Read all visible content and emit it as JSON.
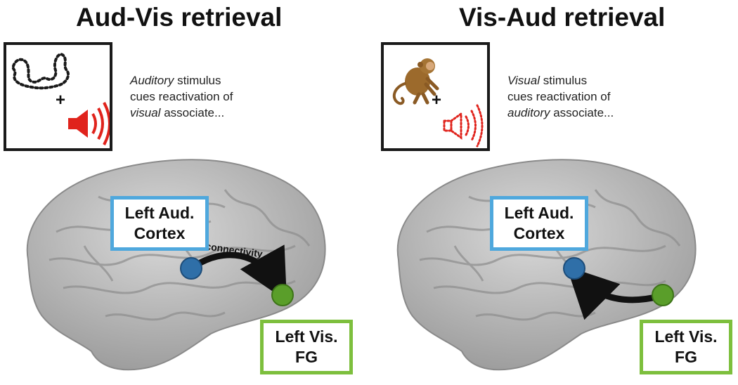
{
  "panels": [
    {
      "title": "Aud-Vis retrieval",
      "caption": {
        "line1_em": "Auditory",
        "line1_rest": " stimulus",
        "line2": "cues reactivation of",
        "line3_em": "visual",
        "line3_rest": " associate..."
      },
      "plus": "+",
      "aud_label": [
        "Left Aud.",
        "Cortex"
      ],
      "vis_label": [
        "Left Vis.",
        "FG"
      ],
      "connectivity_label": "connectivity"
    },
    {
      "title": "Vis-Aud retrieval",
      "caption": {
        "line1_em": "Visual",
        "line1_rest": " stimulus",
        "line2": "cues reactivation of",
        "line3_em": "auditory",
        "line3_rest": " associate..."
      },
      "plus": "+",
      "aud_label": [
        "Left Aud.",
        "Cortex"
      ],
      "vis_label": [
        "Left Vis.",
        "FG"
      ]
    }
  ],
  "colors": {
    "aud_accent": "#4fa8dd",
    "vis_accent": "#7dbf3d",
    "aud_node": "#2f6fa8",
    "vis_node": "#5a9e2a",
    "speaker": "#e0231c",
    "brain": "#b9b9b9",
    "arrow": "#111111"
  },
  "icons": [
    "dotted-shape-icon",
    "speaker-icon",
    "monkey-icon",
    "dotted-speaker-icon"
  ]
}
